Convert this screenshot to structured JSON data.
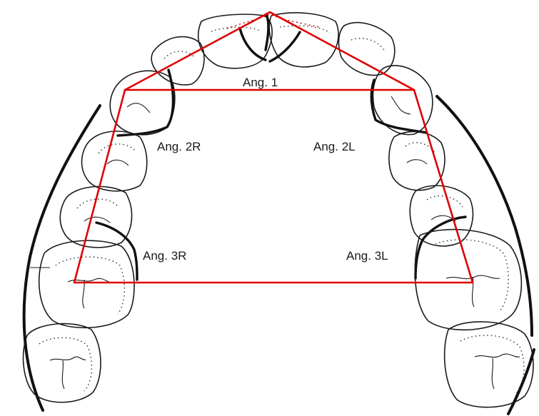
{
  "labels": {
    "ang1": "Ang. 1",
    "ang2r": "Ang. 2R",
    "ang2l": "Ang. 2L",
    "ang3r": "Ang. 3R",
    "ang3l": "Ang. 3L"
  },
  "colors": {
    "measurement_lines": "#e00000",
    "tooth_outlines": "#1a1a1a",
    "background": "#ffffff"
  }
}
